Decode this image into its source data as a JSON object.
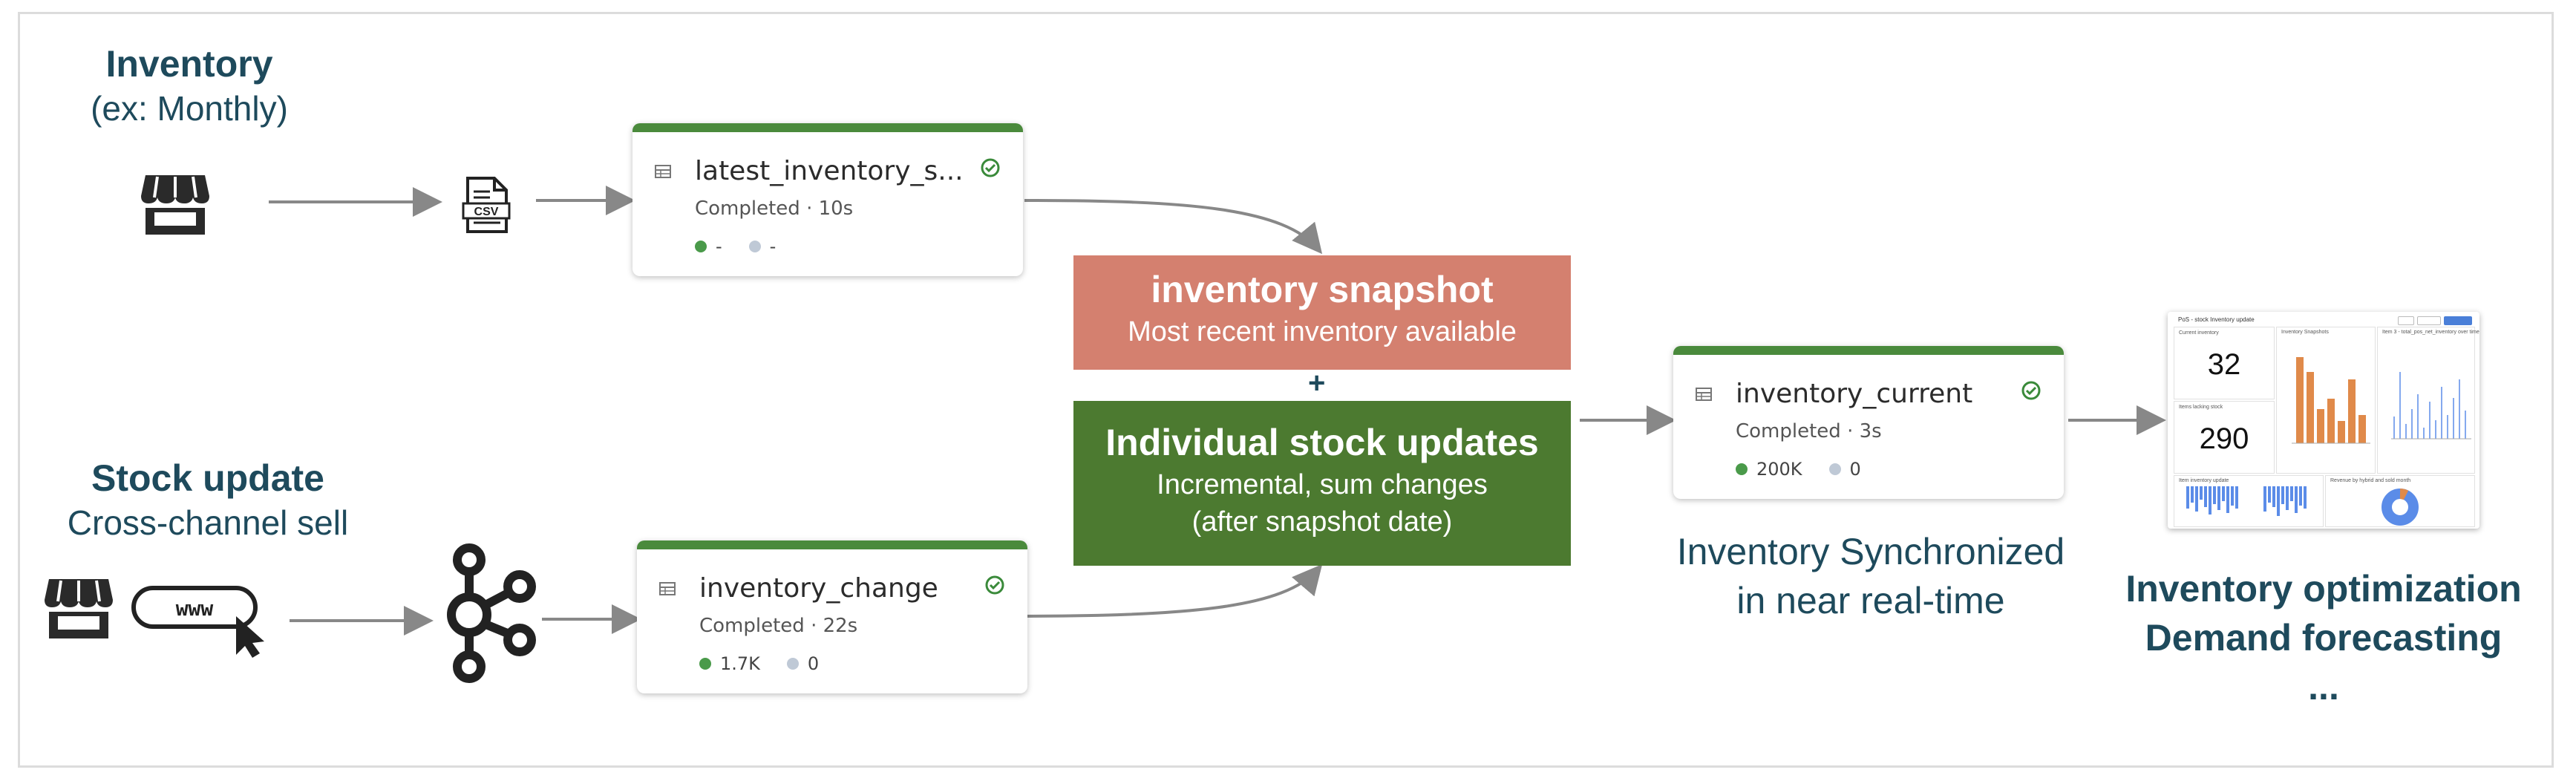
{
  "sources": {
    "inventory": {
      "title": "Inventory",
      "subtitle": "(ex: Monthly)",
      "store_icon": "store-icon",
      "file_icon": "csv-file-icon",
      "file_label": "CSV"
    },
    "stock": {
      "title": "Stock update",
      "subtitle": "Cross-channel sell",
      "store_icon": "store-icon",
      "web_label": "www",
      "web_icon": "web-cursor-icon",
      "stream_icon": "kafka-icon"
    }
  },
  "cards": {
    "latest": {
      "name": "latest_inventory_s...",
      "status": "Completed · 10s",
      "stat1": "-",
      "stat2": "-"
    },
    "change": {
      "name": "inventory_change",
      "status": "Completed · 22s",
      "stat1": "1.7K",
      "stat2": "0"
    },
    "current": {
      "name": "inventory_current",
      "status": "Completed · 3s",
      "stat1": "200K",
      "stat2": "0"
    }
  },
  "boxes": {
    "snapshot": {
      "title": "inventory snapshot",
      "subtitle": "Most recent inventory available",
      "color": "#d4806f"
    },
    "updates": {
      "title": "Individual stock updates",
      "line1": "Incremental, sum changes",
      "line2": "(after snapshot date)",
      "color": "#4c7a30"
    },
    "plus": "+"
  },
  "captions": {
    "sync_line1": "Inventory Synchronized",
    "sync_line2": "in near real-time"
  },
  "output": {
    "line1": "Inventory optimization",
    "line2": "Demand forecasting",
    "line3": "..."
  },
  "dashboard": {
    "header": "PoS - stock Inventory update",
    "kpi1_label": "Current inventory",
    "kpi1_value": "32",
    "kpi2_label": "Items lacking stock",
    "kpi2_value": "290",
    "chart1_label": "Inventory Snapshots",
    "chart2_label": "Item 3 - total_pos_net_inventory over time",
    "chart3_label": "Item inventory update",
    "chart4_label": "Revenue by hybrid and sold month",
    "bar_color": "#e08a4a",
    "line_color": "#5b8ce8"
  },
  "colors": {
    "accent_green": "#4a8a3c",
    "text_dark": "#1e4a5c"
  }
}
